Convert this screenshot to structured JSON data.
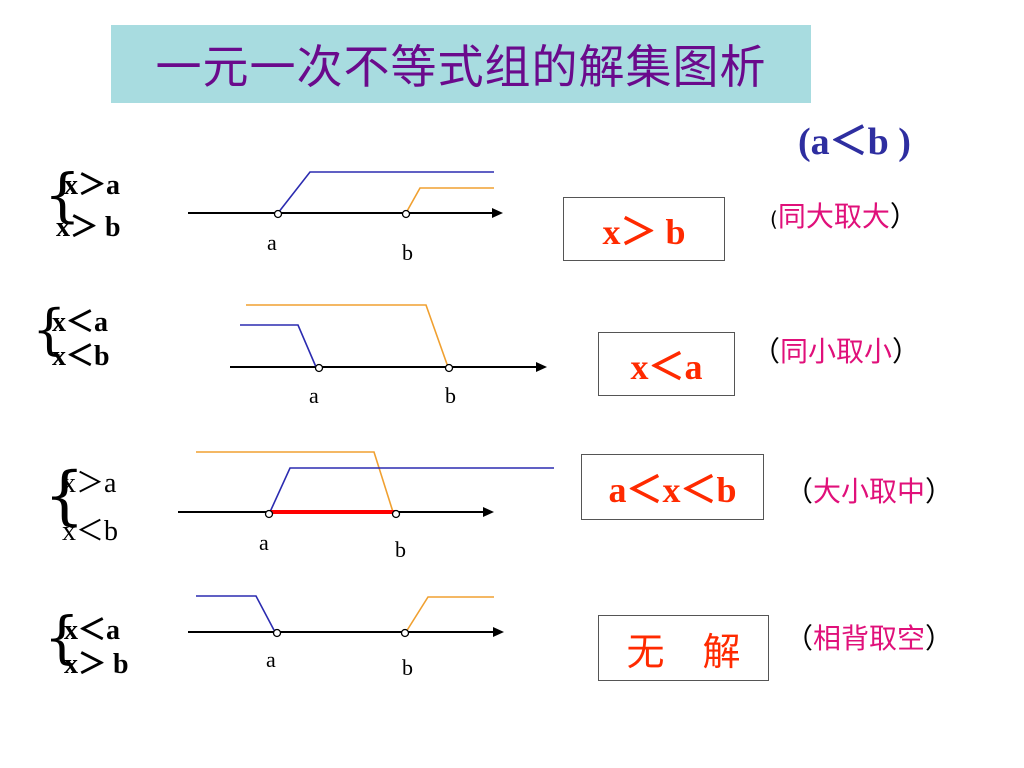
{
  "title": "一元一次不等式组的解集图析",
  "condition": "(a＜b )",
  "colors": {
    "title_bg": "#a8dce0",
    "title_text": "#6a0a8c",
    "condition_text": "#2e2ea0",
    "line_a": "#2b2bb0",
    "line_b": "#f0a030",
    "solution_segment": "#ff0000",
    "answer_text": "#ff2a00",
    "rule_text": "#e0107a"
  },
  "rows": [
    {
      "ineq1": "x＞a",
      "ineq2": "x＞ b",
      "label_a": "a",
      "label_b": "b",
      "answer": "x＞ b",
      "rule_open": "(",
      "rule_text": "同大取大",
      "rule_close": "）"
    },
    {
      "ineq1": "x＜a",
      "ineq2": "x＜b",
      "label_a": "a",
      "label_b": "b",
      "answer": "x＜a",
      "rule_open": "（",
      "rule_text": "同小取小",
      "rule_close": "）"
    },
    {
      "ineq1": "x＞a",
      "ineq2": "x＜b",
      "label_a": "a",
      "label_b": "b",
      "answer": "a＜x＜b",
      "rule_open": "（",
      "rule_text": "大小取中",
      "rule_close": "）"
    },
    {
      "ineq1": "x＜a",
      "ineq2": "x＞ b",
      "label_a": "a",
      "label_b": "b",
      "answer": "无　解",
      "rule_open": "（",
      "rule_text": "相背取空",
      "rule_close": "）"
    }
  ]
}
